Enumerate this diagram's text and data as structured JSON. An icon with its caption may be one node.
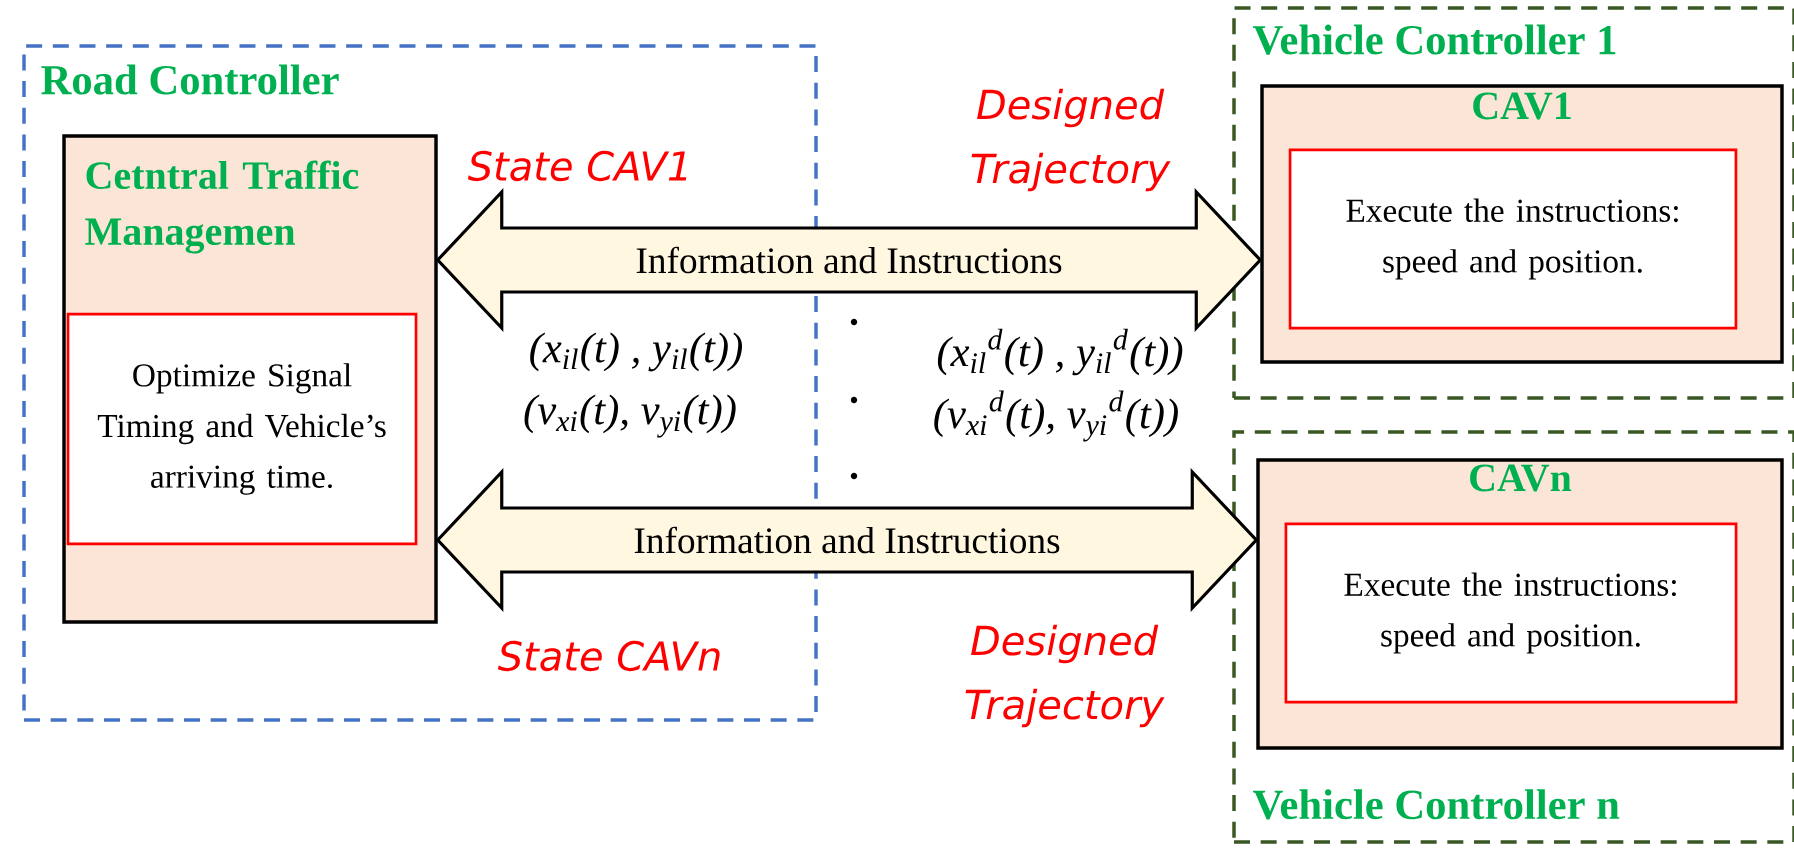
{
  "diagram": {
    "nodes": [
      {
        "text": [
          "Road Controller"
        ]
      },
      {
        "text": [
          "Cetntral Traffic Managemen"
        ],
        "in": 0
      },
      {
        "text": [
          "Optimize Signal Timing and Vehicle’s arriving time."
        ],
        "in": 1
      },
      {
        "text": [
          "Vehicle Controller 1"
        ]
      },
      {
        "text": [
          "CAV1"
        ],
        "in": 3
      },
      {
        "text": [
          "Execute the instructions: speed and position."
        ],
        "in": 4
      },
      {
        "text": [
          "Vehicle Controller n"
        ]
      },
      {
        "text": [
          "CAVn"
        ],
        "in": 6
      },
      {
        "text": [
          "Execute the instructions: speed and position."
        ],
        "in": 7
      }
    ],
    "edges": [
      {
        "from": 1,
        "to": 4,
        "arrow": "both",
        "label": "Information and Instructions"
      },
      {
        "from": 1,
        "to": 7,
        "arrow": "both",
        "label": "Information and Instructions"
      }
    ],
    "labels": [
      "State CAV1",
      "Designed Trajectory",
      "(x$_{il}$(t) , y$_{il}$(t))",
      "(x$_{il}$$^{d}$(t) , y$_{il}$$^{d}$(t))",
      "(v$_{xi}$(t), v$_{yi}$(t))",
      "(v$_{xi}$$^{d}$(t), v$_{yi}$$^{d}$(t))",
      "State CAVn",
      "Designed Trajectory"
    ]
  }
}
